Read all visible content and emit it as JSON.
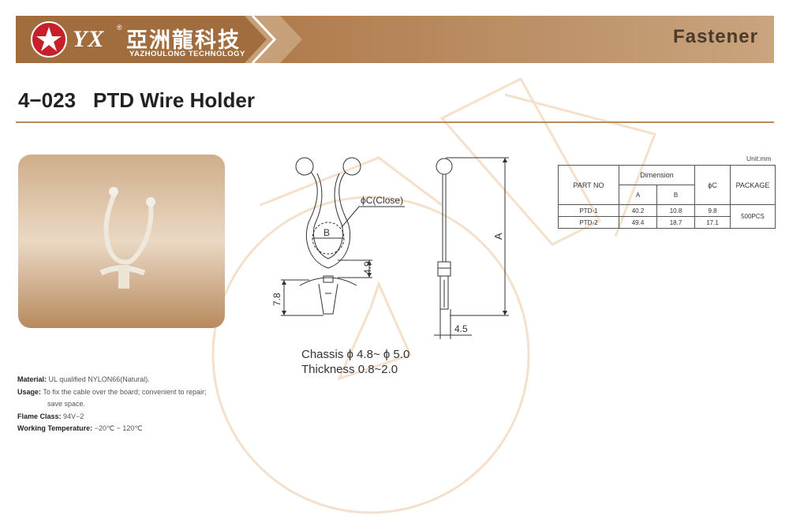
{
  "header": {
    "logo_mark": "YX",
    "logo_registered": "®",
    "company_cn": "亞洲龍科技",
    "company_en": "YAZHOULONG TECHNOLOGY",
    "category": "Fastener",
    "colors": {
      "band": "#c6a078",
      "band_dark": "#a26d3e",
      "logo_red": "#c8202a"
    }
  },
  "product": {
    "code": "4−023",
    "name": "PTD Wire Holder"
  },
  "drawing": {
    "label_c": "ϕC(Close)",
    "label_b": "B",
    "label_a": "A",
    "dim_49": "4.9",
    "dim_78": "7.8",
    "dim_45": "4.5",
    "chassis": "Chassis ϕ 4.8~ ϕ 5.0",
    "thickness": "Thickness 0.8~2.0"
  },
  "specs": {
    "material_label": "Material:",
    "material_value": "UL qualified NYLON66(Natural).",
    "usage_label": "Usage:",
    "usage_value_1": "To fix the cable over the board; convenient to repair;",
    "usage_value_2": "save space.",
    "flame_label": "Flame Class:",
    "flame_value": "94V−2",
    "temp_label": "Working Temperature:",
    "temp_value": "−20℃ ~ 120℃"
  },
  "table": {
    "unit": "Unit:mm",
    "headers": {
      "part_no": "PART NO",
      "dimension": "Dimension",
      "a": "A",
      "b": "B",
      "c": "ϕC",
      "package": "PACKAGE"
    },
    "rows": [
      {
        "part": "PTD-1",
        "a": "40.2",
        "b": "10.8",
        "c": "9.8"
      },
      {
        "part": "PTD-2",
        "a": "49.4",
        "b": "18.7",
        "c": "17.1"
      }
    ],
    "package": "500PCS"
  }
}
